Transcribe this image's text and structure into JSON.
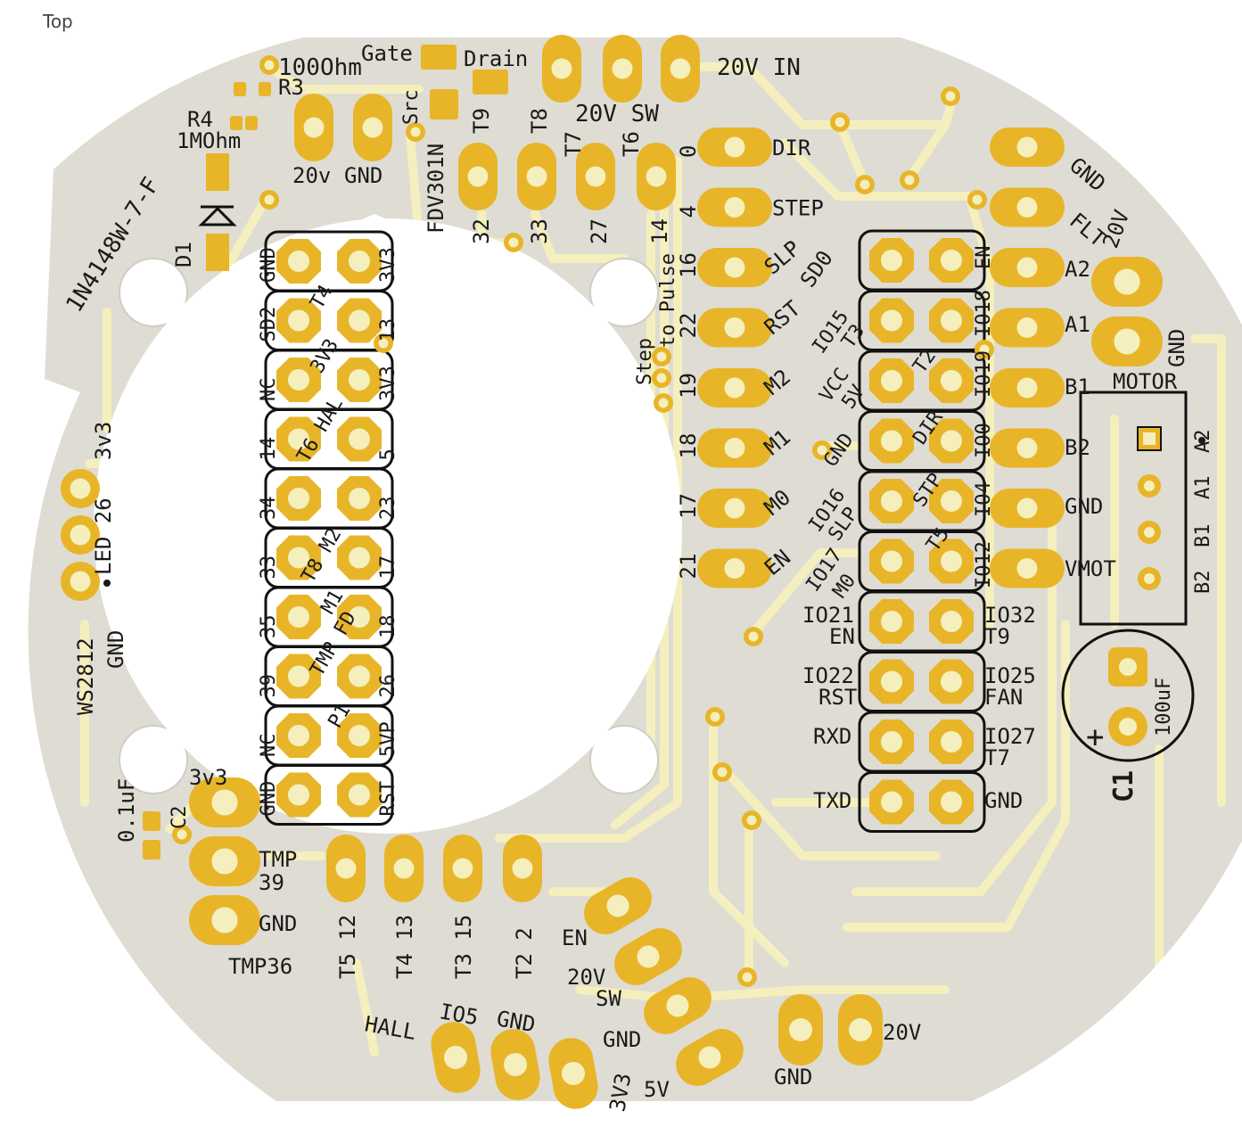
{
  "view": {
    "label": "Top"
  },
  "colors": {
    "board": "#dedcd3",
    "trace": "#f5efbd",
    "copper": "#e8b528",
    "silk": "#1a1a1a",
    "background": "#ffffff"
  },
  "board": {
    "power_header": {
      "labels": [
        "20V IN",
        "20V SW"
      ]
    },
    "fet": {
      "labels": [
        "Gate",
        "Drain",
        "Src",
        "FDV301N"
      ]
    },
    "resistors": {
      "labels": [
        "100Ohm",
        "R3",
        "R4",
        "1MOhm"
      ]
    },
    "diode": {
      "labels": [
        "1N4148W-7-F",
        "D1"
      ]
    },
    "supply_pins": {
      "labels": [
        "20v",
        "GND"
      ]
    },
    "touch_pads": {
      "top": [
        "T9",
        "T8",
        "T7",
        "T6"
      ],
      "bottom": [
        "32",
        "33",
        "27",
        "14"
      ]
    },
    "driver_pins": {
      "left": [
        "0",
        "4",
        "16",
        "22",
        "19",
        "18",
        "17",
        "21"
      ],
      "right": [
        "DIR",
        "STEP",
        "SLP",
        "RST",
        "M2",
        "M1",
        "M0",
        "EN"
      ]
    },
    "step_pulse": {
      "labels": [
        "Step",
        "to Pulse"
      ]
    },
    "esp_header": {
      "left_outer": [
        "GND",
        "SD2",
        "NC",
        "14",
        "34",
        "33",
        "35",
        "39",
        "NC",
        "GND"
      ],
      "right_outer": [
        "3V3",
        "13",
        "3V3",
        "5",
        "23",
        "17",
        "18",
        "26",
        "5VP",
        "RST"
      ],
      "inner": [
        "T4",
        "3V3",
        "T6 HAL",
        "T8 M2",
        "M1",
        "TMP FD",
        "P1"
      ]
    },
    "right_header": {
      "top_row": [
        "SD0",
        "EN"
      ],
      "left_labels": [
        "IO15",
        "T3",
        "VCC",
        "5V",
        "GND",
        "IO16",
        "SLP",
        "IO17",
        "M0",
        "IO21",
        "EN",
        "IO22",
        "RST",
        "RXD",
        "TXD"
      ],
      "inner": [
        "T2",
        "DIR",
        "STP",
        "T5"
      ],
      "right_labels": [
        "IO18",
        "IO19",
        "IO0",
        "IO4",
        "IO12",
        "IO32",
        "T9",
        "IO25",
        "FAN",
        "IO27",
        "T7",
        "GND"
      ]
    },
    "motor_pads": {
      "labels": [
        "GND",
        "FLT",
        "A2",
        "A1",
        "B1",
        "B2",
        "GND",
        "VMOT"
      ]
    },
    "power_20v": {
      "labels": [
        "20V",
        "GND"
      ]
    },
    "motor_connector": {
      "title": "MOTOR",
      "labels": [
        "A2",
        "A1",
        "B1",
        "B2"
      ]
    },
    "capacitor": {
      "labels": [
        "C1",
        "100uF",
        "+"
      ]
    },
    "led": {
      "labels": [
        "3v3",
        "LED 26",
        "WS2812",
        "GND"
      ]
    },
    "cap_small": {
      "labels": [
        "0.1uF",
        "C2",
        "3v3"
      ]
    },
    "tmp": {
      "labels": [
        "TMP",
        "39",
        "GND",
        "TMP36"
      ]
    },
    "bottom_touch": {
      "labels": [
        "T5 12",
        "T4 13",
        "T3 15",
        "T2 2"
      ]
    },
    "hall": {
      "labels": [
        "HALL",
        "IO5",
        "GND",
        "3V3"
      ]
    },
    "aux_header": {
      "labels": [
        "EN",
        "20V",
        "SW",
        "GND",
        "5V"
      ]
    },
    "bottom_power": {
      "labels": [
        "GND",
        "20V"
      ]
    }
  }
}
